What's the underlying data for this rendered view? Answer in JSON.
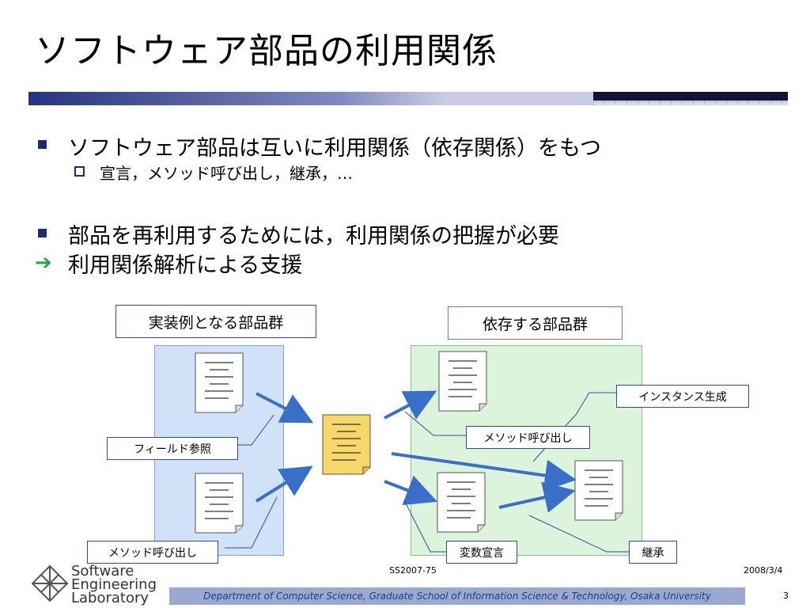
{
  "slide": {
    "title": "ソフトウェア部品の利用関係",
    "bullets": [
      {
        "text": "ソフトウェア部品は互いに利用関係（依存関係）をもつ"
      },
      {
        "text": "宣言，メソッド呼び出し，継承，…"
      },
      {
        "text": "部品を再利用するためには，利用関係の把握が必要"
      },
      {
        "text": "利用関係解析による支援"
      }
    ],
    "diagram": {
      "left_header": "実装例となる部品群",
      "right_header": "依存する部品群",
      "field_ref": "フィールド参照",
      "method_call_left": "メソッド呼び出し",
      "method_call_right": "メソッド呼び出し",
      "instance_creation": "インスタンス生成",
      "var_decl": "変数宣言",
      "inheritance": "継承"
    },
    "footer": {
      "code": "SS2007-75",
      "date": "2008/3/4",
      "department": "Department of Computer Science, Graduate School of Information Science & Technology, Osaka University",
      "page": "3",
      "logo_lines": [
        "Software",
        "Engineering",
        "Laboratory"
      ]
    },
    "colors": {
      "accent": "#1f2a6b",
      "arrow_blue": "#3a6fc9",
      "green_arrow": "#2aa14a",
      "highlight_doc": "#f7d66a"
    }
  }
}
